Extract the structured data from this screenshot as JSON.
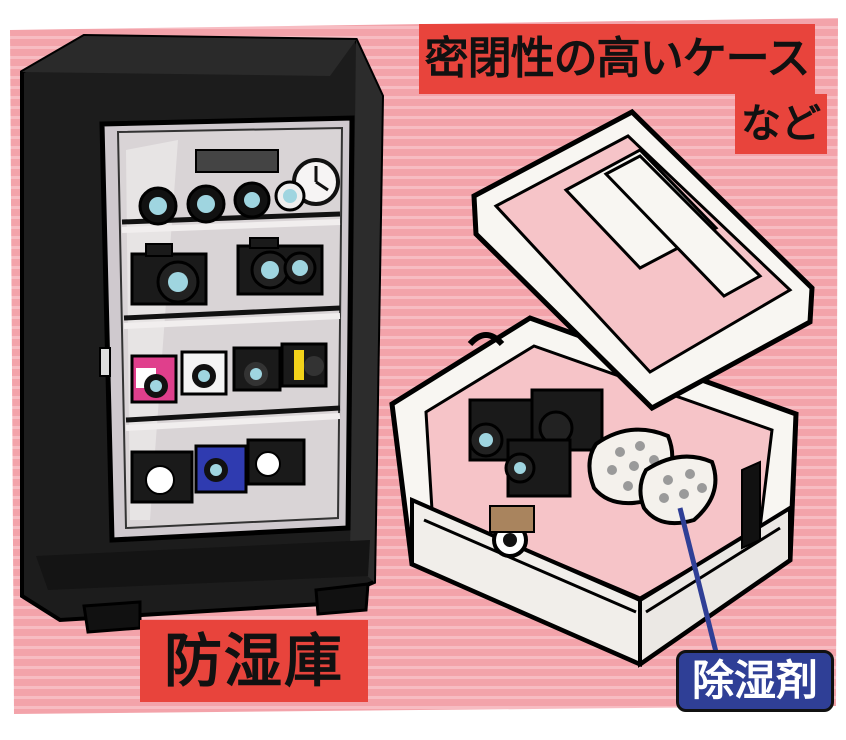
{
  "labels": {
    "case_line1": "密閉性の高いケース",
    "case_line2": "など",
    "cabinet": "防湿庫",
    "desiccant": "除湿剤"
  },
  "colors": {
    "background_pink": "#f3a3aa",
    "stripe_pink": "#f7bcc2",
    "label_red": "#e8443c",
    "label_navy": "#2f3f96",
    "cabinet_black": "#1c1c1c",
    "case_white": "#f8f6f2"
  },
  "icons": [
    "dry-cabinet-icon",
    "clock-icon",
    "camera-icon",
    "lens-icon",
    "sealed-case-icon",
    "desiccant-pack-icon"
  ]
}
